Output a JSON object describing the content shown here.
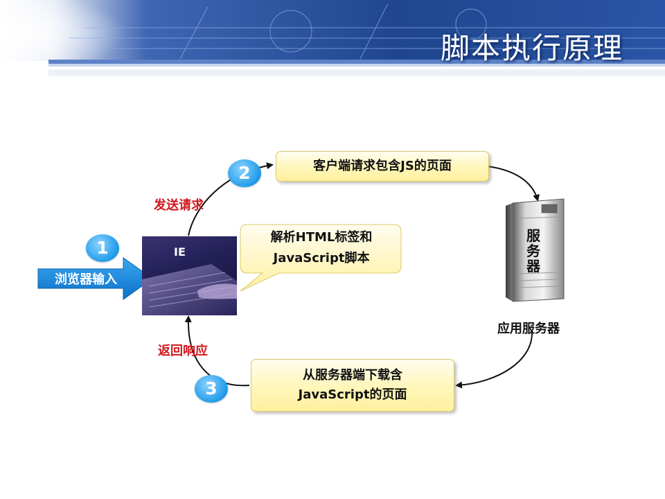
{
  "header": {
    "title": "脚本执行原理"
  },
  "nodes": {
    "browser_input": "浏览器输入",
    "ie_label": "IE",
    "client_request": "客户端请求包含JS的页面",
    "server_caption": "应用服务器",
    "server_chars": [
      "服",
      "务",
      "器"
    ],
    "download_line1": "从服务器端下载含",
    "download_line2": "JavaScript的页面",
    "callout_line1": "解析HTML标签和",
    "callout_line2": "JavaScript脚本"
  },
  "labels": {
    "send_request": "发送请求",
    "return_response": "返回响应"
  },
  "steps": [
    "1",
    "2",
    "3"
  ],
  "colors": {
    "accent_blue": "#1e9bea",
    "label_red": "#d0161d",
    "box_yellow": "#fff6b8",
    "header_blue": "#1a3f86"
  }
}
